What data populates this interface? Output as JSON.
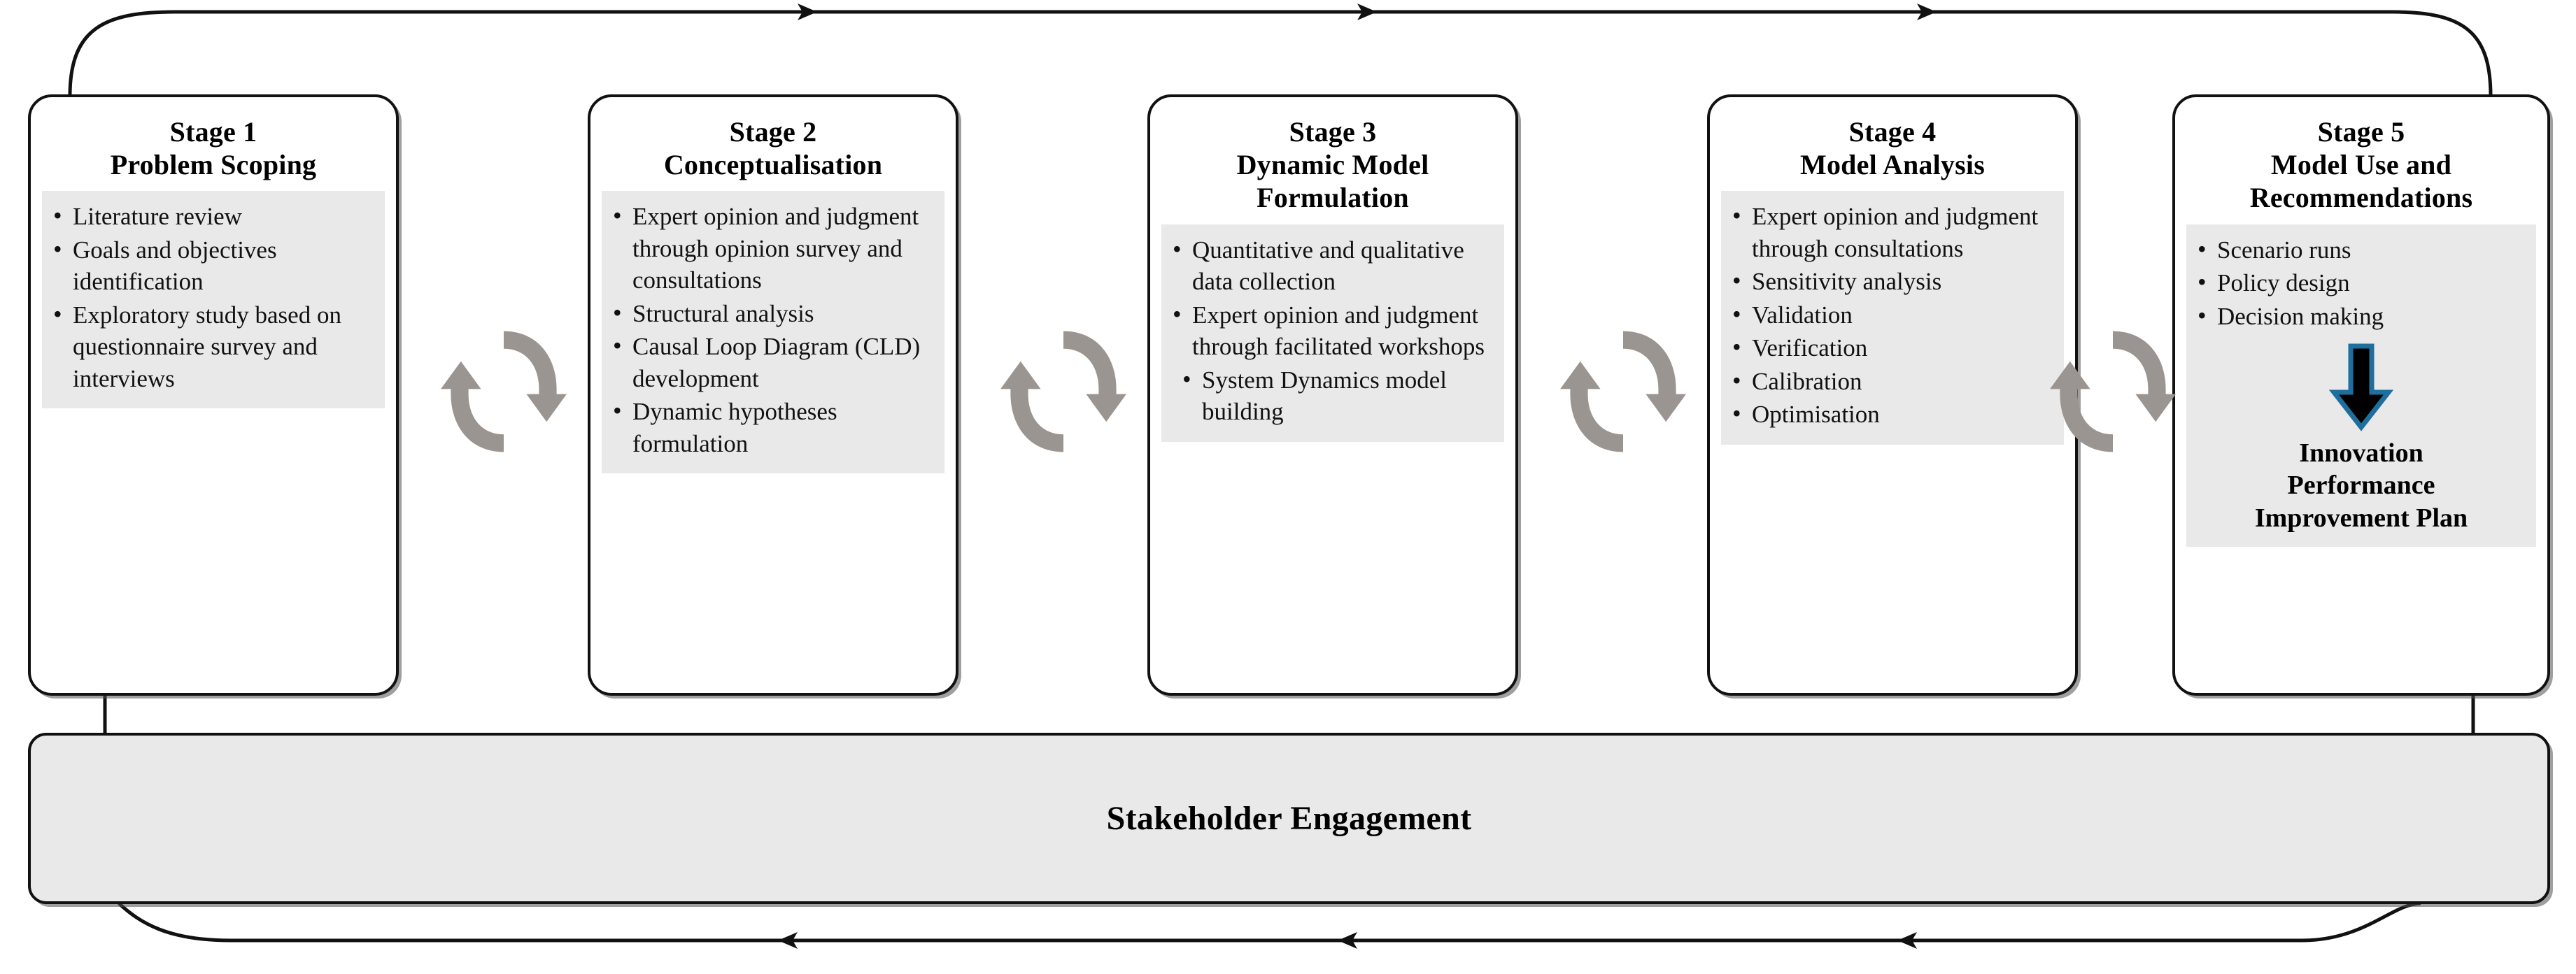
{
  "diagram": {
    "title_hidden": "",
    "colors": {
      "card_border": "#111111",
      "card_fill": "#ffffff",
      "panel_fill": "#e9e9e9",
      "cycle_icon": "#9b9591",
      "outcome_arrow_fill": "#000000",
      "outcome_arrow_stroke": "#1f6f9e",
      "connector": "#111111"
    },
    "stages": [
      {
        "title_lines": [
          "Stage 1",
          "Problem Scoping"
        ],
        "bullets": [
          {
            "text": "Literature review",
            "indent": false
          },
          {
            "text": "Goals and objectives identification",
            "indent": false
          },
          {
            "text": "Exploratory study based on questionnaire survey and interviews",
            "indent": false
          }
        ]
      },
      {
        "title_lines": [
          "Stage 2",
          "Conceptualisation"
        ],
        "bullets": [
          {
            "text": "Expert  opinion and judgment through opinion survey and consultations",
            "indent": false
          },
          {
            "text": "Structural analysis",
            "indent": false
          },
          {
            "text": "Causal Loop Diagram (CLD) development",
            "indent": false
          },
          {
            "text": "Dynamic hypotheses formulation",
            "indent": false
          }
        ]
      },
      {
        "title_lines": [
          "Stage 3",
          "Dynamic Model",
          "Formulation"
        ],
        "bullets": [
          {
            "text": "Quantitative and qualitative data collection",
            "indent": false
          },
          {
            "text": "Expert  opinion and judgment through facilitated workshops",
            "indent": false
          },
          {
            "text": "System Dynamics model building",
            "indent": true
          }
        ]
      },
      {
        "title_lines": [
          "Stage 4",
          "Model Analysis"
        ],
        "bullets": [
          {
            "text": "Expert  opinion and judgment through consultations",
            "indent": false
          },
          {
            "text": "Sensitivity analysis",
            "indent": false
          },
          {
            "text": "Validation",
            "indent": false
          },
          {
            "text": "Verification",
            "indent": false
          },
          {
            "text": "Calibration",
            "indent": false
          },
          {
            "text": "Optimisation",
            "indent": false
          }
        ]
      },
      {
        "title_lines": [
          "Stage 5",
          "Model Use and",
          "Recommendations"
        ],
        "bullets": [
          {
            "text": "Scenario runs",
            "indent": false
          },
          {
            "text": "Policy design",
            "indent": false
          },
          {
            "text": "Decision making",
            "indent": false
          }
        ],
        "outcome_lines": [
          "Innovation",
          "Performance",
          "Improvement Plan"
        ]
      }
    ],
    "cycle_icons": [
      {
        "name": "cycle-icon-stage1-stage2"
      },
      {
        "name": "cycle-icon-stage2-stage3"
      },
      {
        "name": "cycle-icon-stage3-stage4"
      },
      {
        "name": "cycle-icon-stage4-stage5"
      }
    ],
    "stakeholder": {
      "label": "Stakeholder Engagement"
    },
    "feedback": {
      "top_direction": "right",
      "bottom_direction": "left",
      "top_arrow_count": 3,
      "bottom_arrow_count": 3
    }
  }
}
